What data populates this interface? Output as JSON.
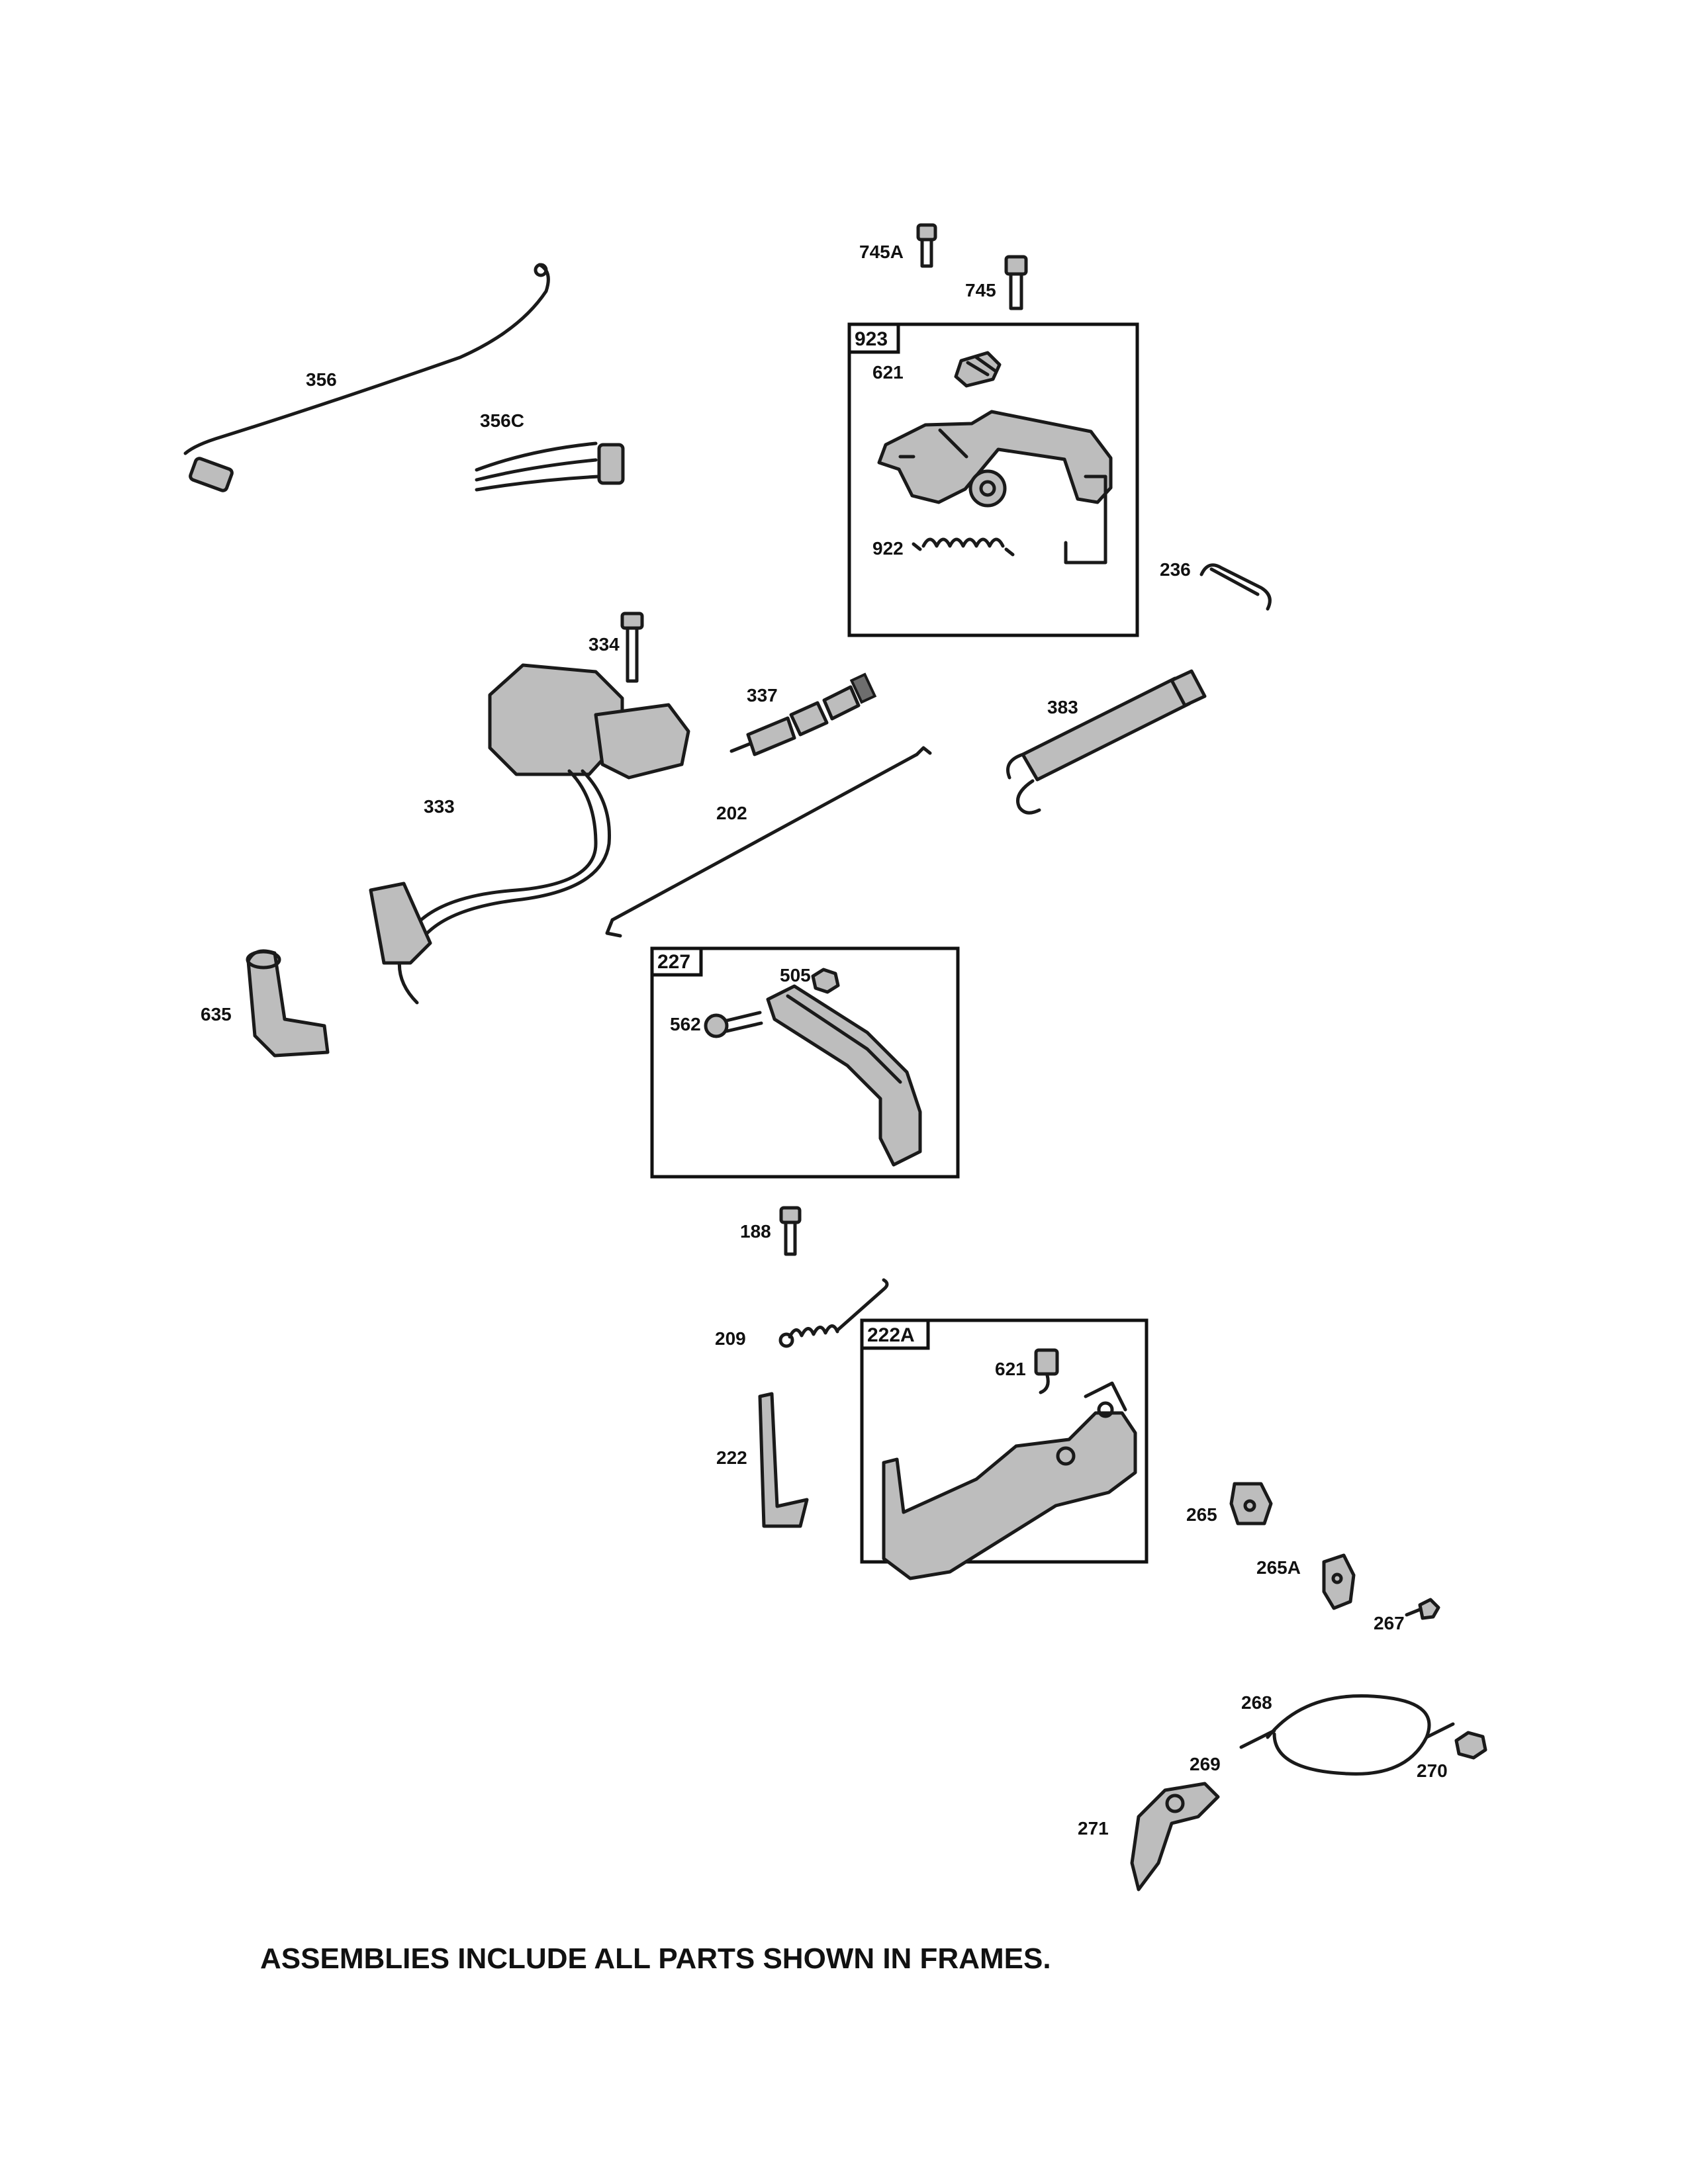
{
  "diagram": {
    "frames": [
      {
        "id": "f923",
        "label": "923"
      },
      {
        "id": "f227",
        "label": "227"
      },
      {
        "id": "f222A",
        "label": "222A"
      }
    ],
    "callouts": [
      {
        "id": "c745A",
        "label": "745A"
      },
      {
        "id": "c745",
        "label": "745"
      },
      {
        "id": "c621a",
        "label": "621"
      },
      {
        "id": "c922",
        "label": "922"
      },
      {
        "id": "c236",
        "label": "236"
      },
      {
        "id": "c356",
        "label": "356"
      },
      {
        "id": "c356C",
        "label": "356C"
      },
      {
        "id": "c334",
        "label": "334"
      },
      {
        "id": "c337",
        "label": "337"
      },
      {
        "id": "c383",
        "label": "383"
      },
      {
        "id": "c333",
        "label": "333"
      },
      {
        "id": "c202",
        "label": "202"
      },
      {
        "id": "c635",
        "label": "635"
      },
      {
        "id": "c505",
        "label": "505"
      },
      {
        "id": "c562",
        "label": "562"
      },
      {
        "id": "c188",
        "label": "188"
      },
      {
        "id": "c209",
        "label": "209"
      },
      {
        "id": "c621b",
        "label": "621"
      },
      {
        "id": "c222",
        "label": "222"
      },
      {
        "id": "c265",
        "label": "265"
      },
      {
        "id": "c265A",
        "label": "265A"
      },
      {
        "id": "c267",
        "label": "267"
      },
      {
        "id": "c268",
        "label": "268"
      },
      {
        "id": "c269",
        "label": "269"
      },
      {
        "id": "c270",
        "label": "270"
      },
      {
        "id": "c271",
        "label": "271"
      }
    ]
  },
  "footer": {
    "note": "ASSEMBLIES INCLUDE ALL PARTS SHOWN IN FRAMES."
  }
}
